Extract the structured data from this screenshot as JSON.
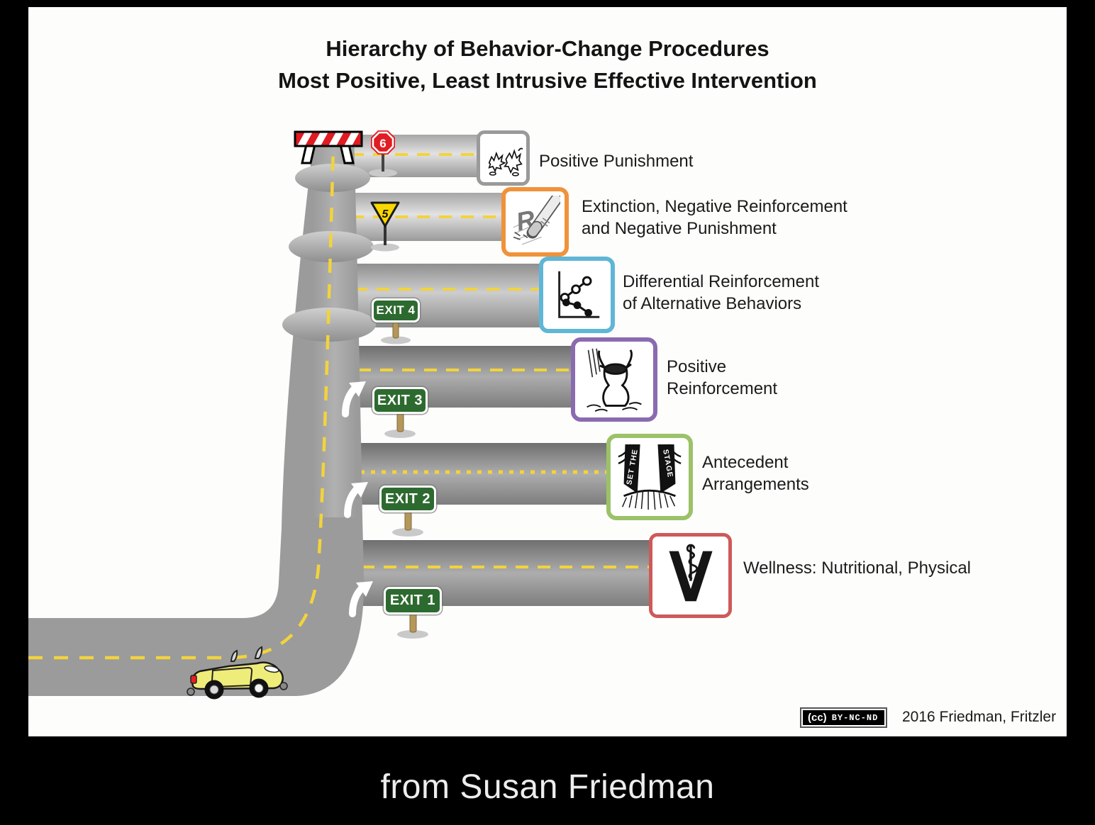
{
  "title": {
    "line1": "Hierarchy of Behavior-Change Procedures",
    "line2": "Most Positive, Least Intrusive Effective Intervention"
  },
  "rows": [
    {
      "sign": {
        "type": "stop-sign",
        "text": "6"
      },
      "label_lines": [
        "Positive Punishment"
      ],
      "icon": "fighting-animals",
      "accent": "#9a9a9a"
    },
    {
      "sign": {
        "type": "yield-sign",
        "text": "5"
      },
      "label_lines": [
        "Extinction, Negative Reinforcement",
        "and Negative Punishment"
      ],
      "icon": "eraser-erasing-letter",
      "accent": "#f0923b"
    },
    {
      "sign": {
        "type": "exit-sign",
        "text": "EXIT 4"
      },
      "label_lines": [
        "Differential Reinforcement",
        "of Alternative Behaviors"
      ],
      "icon": "trend-chart",
      "accent": "#5fb6d6"
    },
    {
      "sign": {
        "type": "exit-sign",
        "text": "EXIT 3"
      },
      "label_lines": [
        "Positive",
        "Reinforcement"
      ],
      "icon": "open-treat-bag",
      "accent": "#8a6bb0"
    },
    {
      "sign": {
        "type": "exit-sign",
        "text": "EXIT 2"
      },
      "label_lines": [
        "Antecedent",
        "Arrangements"
      ],
      "icon": "set-the-stage",
      "accent": "#9cc269"
    },
    {
      "sign": {
        "type": "exit-sign",
        "text": "EXIT 1"
      },
      "label_lines": [
        "Wellness: Nutritional, Physical"
      ],
      "icon": "veterinary-symbol",
      "accent": "#cd5a5a"
    }
  ],
  "stage_icon": {
    "left_text": "SET THE",
    "right_text": "STAGE"
  },
  "eraser_letter": "R",
  "footer": {
    "cc_mark": "(cc)",
    "license": "BY-NC-ND",
    "attribution": "2016 Friedman, Fritzler"
  },
  "caption": "from Susan Friedman",
  "colors": {
    "frame_bg": "#000000",
    "canvas_bg": "#fdfdfb",
    "road_gray": "#9b9b9b",
    "dash_yellow": "#f2d33c",
    "exit_green": "#2d6a2f",
    "stop_red": "#e11d24",
    "yield_yellow": "#f8d800",
    "car_yellow": "#efed7a"
  }
}
